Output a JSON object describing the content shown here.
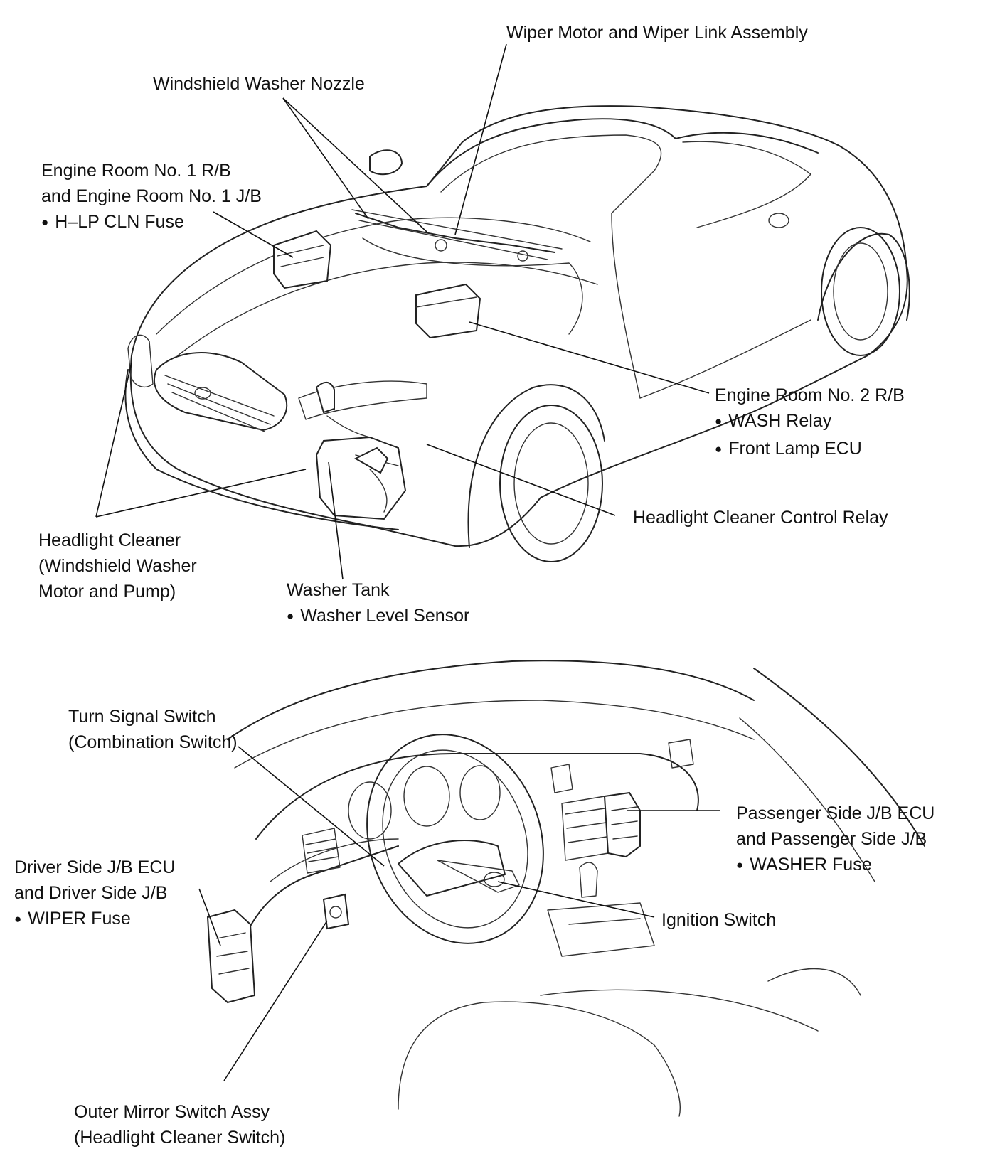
{
  "top_view": {
    "wiper_motor": "Wiper Motor and Wiper Link Assembly",
    "washer_nozzle": "Windshield Washer Nozzle",
    "engine_room_1": [
      "Engine Room No. 1 R/B",
      "and Engine Room No. 1 J/B",
      "H–LP CLN Fuse"
    ],
    "engine_room_2": [
      "Engine Room No. 2 R/B",
      "WASH Relay",
      "Front Lamp ECU"
    ],
    "headlight_relay": "Headlight Cleaner Control Relay",
    "headlight_cleaner": [
      "Headlight Cleaner",
      "(Windshield  Washer",
      "Motor and Pump)"
    ],
    "washer_tank": [
      "Washer Tank",
      "Washer Level Sensor"
    ]
  },
  "bottom_view": {
    "turn_signal": [
      "Turn Signal Switch",
      "(Combination Switch)"
    ],
    "passenger_jb": [
      "Passenger Side J/B ECU",
      "and Passenger Side J/B",
      "WASHER Fuse"
    ],
    "driver_jb": [
      "Driver Side J/B ECU",
      "and Driver Side J/B",
      "WIPER Fuse"
    ],
    "ignition": "Ignition Switch",
    "outer_mirror": [
      "Outer Mirror Switch Assy",
      "(Headlight Cleaner Switch)"
    ]
  }
}
